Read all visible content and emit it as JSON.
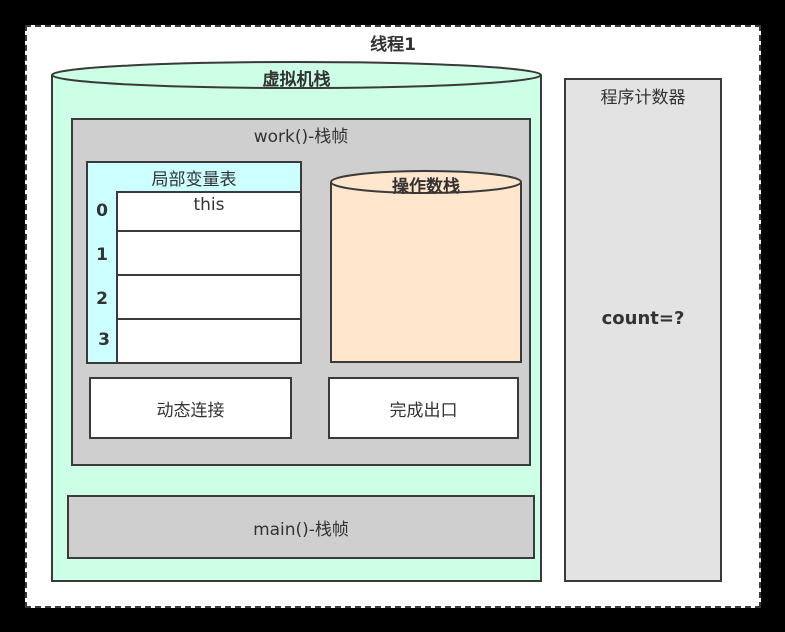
{
  "thread": {
    "title": "线程1"
  },
  "vm_stack": {
    "title": "虚拟机栈",
    "fill_color": "#ccffe6",
    "frames": {
      "work": {
        "title": "work()-栈帧",
        "local_variable_table": {
          "title": "局部变量表",
          "slots": [
            {
              "index": "0",
              "value": "this"
            },
            {
              "index": "1",
              "value": ""
            },
            {
              "index": "2",
              "value": ""
            },
            {
              "index": "3",
              "value": ""
            }
          ]
        },
        "operand_stack": {
          "title": "操作数栈",
          "fill_color": "#ffe6cc"
        },
        "dynamic_linking": "动态连接",
        "return_address": "完成出口"
      },
      "main": {
        "title": "main()-栈帧"
      }
    }
  },
  "program_counter": {
    "title": "程序计数器",
    "value": "count=?"
  }
}
